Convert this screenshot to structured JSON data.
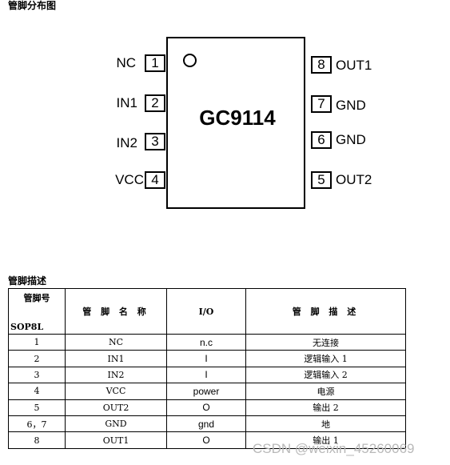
{
  "pinout": {
    "title": "管脚分布图",
    "chip_name": "GC9114",
    "left_pins": [
      {
        "number": "1",
        "label": "NC"
      },
      {
        "number": "2",
        "label": "IN1"
      },
      {
        "number": "3",
        "label": "IN2"
      },
      {
        "number": "4",
        "label": "VCC"
      }
    ],
    "right_pins": [
      {
        "number": "8",
        "label": "OUT1"
      },
      {
        "number": "7",
        "label": "GND"
      },
      {
        "number": "6",
        "label": "GND"
      },
      {
        "number": "5",
        "label": "OUT2"
      }
    ]
  },
  "description": {
    "title": "管脚描述",
    "headers": {
      "pin_number_top": "管脚号",
      "pin_number_bottom": "SOP8L",
      "pin_name": "管 脚 名 称",
      "io": "I/O",
      "desc": "管    脚    描    述"
    },
    "rows": [
      {
        "pin": "1",
        "name": "NC",
        "io": "n.c",
        "desc": "无连接"
      },
      {
        "pin": "2",
        "name": "IN1",
        "io": "I",
        "desc": "逻辑输入 1"
      },
      {
        "pin": "3",
        "name": "IN2",
        "io": "I",
        "desc": "逻辑输入 2"
      },
      {
        "pin": "4",
        "name": "VCC",
        "io": "power",
        "desc": "电源"
      },
      {
        "pin": "5",
        "name": "OUT2",
        "io": "O",
        "desc": "输出 2"
      },
      {
        "pin": "6，7",
        "name": "GND",
        "io": "gnd",
        "desc": "地"
      },
      {
        "pin": "8",
        "name": "OUT1",
        "io": "O",
        "desc": "输出 1"
      }
    ]
  },
  "watermark": "CSDN @weixin_45260069"
}
